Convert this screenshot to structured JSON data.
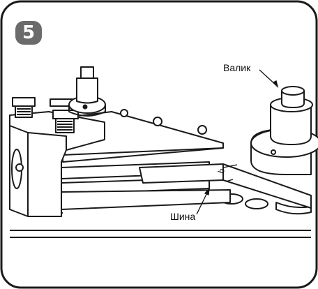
{
  "step": {
    "number": "5"
  },
  "labels": {
    "roller": "Валик",
    "bar": "Шина",
    "thickness": "b"
  }
}
